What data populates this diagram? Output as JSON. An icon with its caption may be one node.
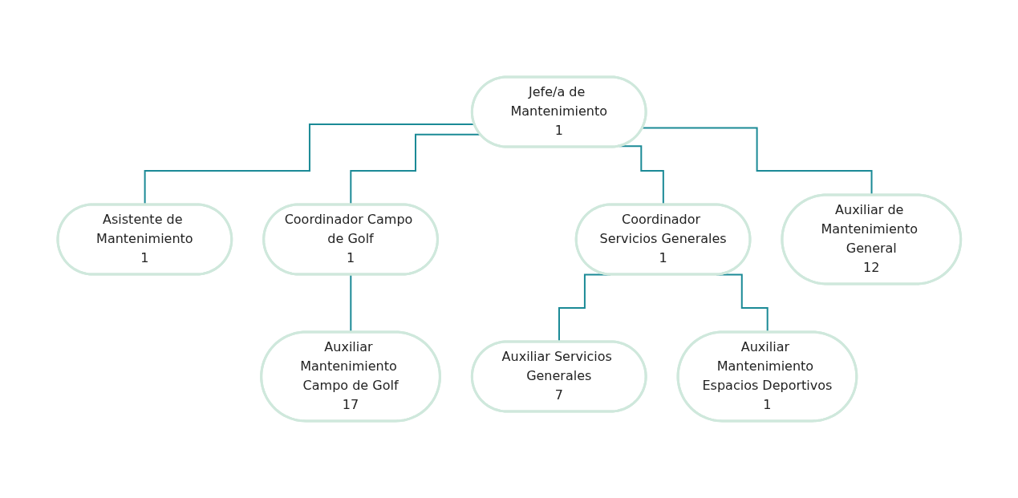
{
  "diagram": {
    "nodes": [
      {
        "text": [
          "Jefe/a de Mantenimiento",
          "1"
        ]
      },
      {
        "text": [
          "Asistente de Mantenimiento",
          "1"
        ]
      },
      {
        "text": [
          "Coordinador Campo de Golf",
          "1"
        ]
      },
      {
        "text": [
          "Auxiliar Mantenimiento Campo de Golf",
          "17"
        ]
      },
      {
        "text": [
          "Coordinador Servicios Generales",
          "1"
        ]
      },
      {
        "text": [
          "Auxiliar Servicios Generales",
          "7"
        ]
      },
      {
        "text": [
          "Auxiliar Mantenimiento Espacios Deportivos",
          "1"
        ]
      },
      {
        "text": [
          "Auxiliar de Mantenimiento General",
          "12"
        ]
      }
    ],
    "edges": [
      {
        "from": 0,
        "to": 1,
        "arrow": "none"
      },
      {
        "from": 0,
        "to": 2,
        "arrow": "none"
      },
      {
        "from": 0,
        "to": 4,
        "arrow": "none"
      },
      {
        "from": 0,
        "to": 7,
        "arrow": "none"
      },
      {
        "from": 2,
        "to": 3,
        "arrow": "none"
      },
      {
        "from": 4,
        "to": 5,
        "arrow": "none"
      },
      {
        "from": 4,
        "to": 6,
        "arrow": "none"
      }
    ]
  }
}
